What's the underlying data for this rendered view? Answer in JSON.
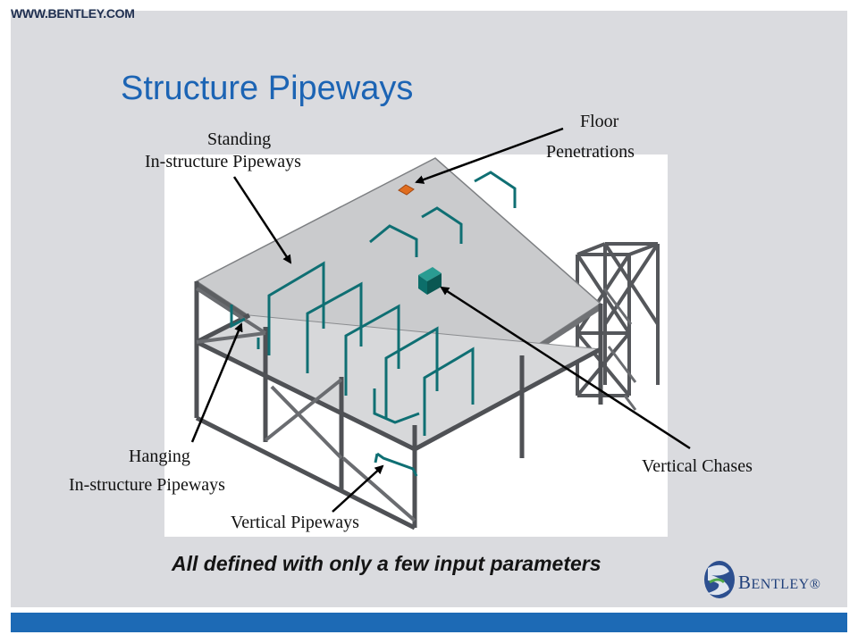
{
  "header": {
    "site_url": "WWW.BENTLEY.COM"
  },
  "slide": {
    "title": "Structure Pipeways",
    "caption": "All defined with only a few input parameters"
  },
  "labels": {
    "standing_line1": "Standing",
    "standing_line2": "In-structure Pipeways",
    "floor_line1": "Floor",
    "floor_line2": "Penetrations",
    "hanging_line1": "Hanging",
    "hanging_line2": "In-structure Pipeways",
    "vertical_chases": "Vertical Chases",
    "vertical_pipeways": "Vertical Pipeways"
  },
  "logo": {
    "initial": "B",
    "rest": "ENTLEY",
    "mark": "®"
  },
  "colors": {
    "title": "#1c64b4",
    "panel": "#dadbdf",
    "footer_bar": "#1d6ab5",
    "steel": "#4f5155",
    "pipeway": "#0f6f73",
    "penetration": "#e06d1f",
    "chase": "#0c6e6a"
  }
}
